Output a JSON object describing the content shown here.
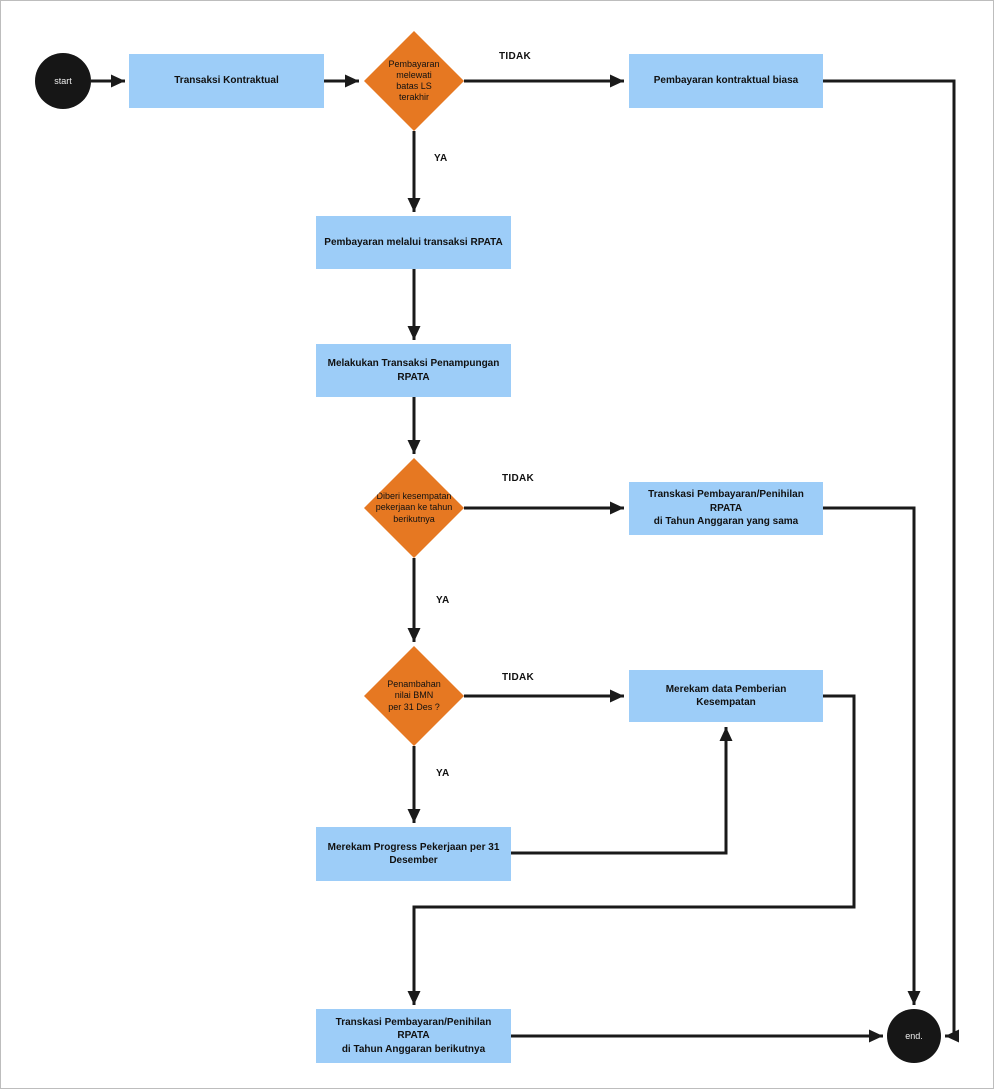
{
  "colors": {
    "canvas-bg": "#ffffff",
    "process-fill": "#9DCDF8",
    "decision-fill": "#E67822",
    "terminal-fill": "#161616",
    "terminal-text": "#ededed",
    "line": "#1a1a1a",
    "text": "#111111"
  },
  "nodes": {
    "start": {
      "type": "terminal",
      "label": "start"
    },
    "transaksi_kontraktual": {
      "type": "process",
      "label": "Transaksi Kontraktual"
    },
    "batas_ls": {
      "type": "decision",
      "label": "Pembayaran\nmelewati\nbatas LS\nterakhir"
    },
    "pembayaran_kontraktual_biasa": {
      "type": "process",
      "label": "Pembayaran kontraktual biasa"
    },
    "pembayaran_rpata": {
      "type": "process",
      "label": "Pembayaran melalui transaksi RPATA"
    },
    "penampungan_rpata": {
      "type": "process",
      "label": "Melakukan Transaksi Penampungan RPATA"
    },
    "diberi_kesempatan": {
      "type": "decision",
      "label": "Diberi kesempatan\npekerjaan ke tahun\nberikutnya"
    },
    "penihilan_tahun_sama": {
      "type": "process",
      "label": "Transkasi Pembayaran/Penihilan RPATA\ndi Tahun Anggaran yang sama"
    },
    "penambahan_bmn": {
      "type": "decision",
      "label": "Penambahan\nnilai BMN\nper 31 Des ?"
    },
    "merekam_data_kesempatan": {
      "type": "process",
      "label": "Merekam data Pemberian Kesempatan"
    },
    "merekam_progress": {
      "type": "process",
      "label": "Merekam Progress Pekerjaan per 31\nDesember"
    },
    "penihilan_tahun_berikutnya": {
      "type": "process",
      "label": "Transkasi Pembayaran/Penihilan RPATA\ndi Tahun Anggaran berikutnya"
    },
    "end": {
      "type": "terminal",
      "label": "end."
    }
  },
  "edge_labels": {
    "batas_ls_tidak": "TIDAK",
    "batas_ls_ya": "YA",
    "diberi_kesempatan_tidak": "TIDAK",
    "diberi_kesempatan_ya": "YA",
    "penambahan_bmn_tidak": "TIDAK",
    "penambahan_bmn_ya": "YA"
  }
}
